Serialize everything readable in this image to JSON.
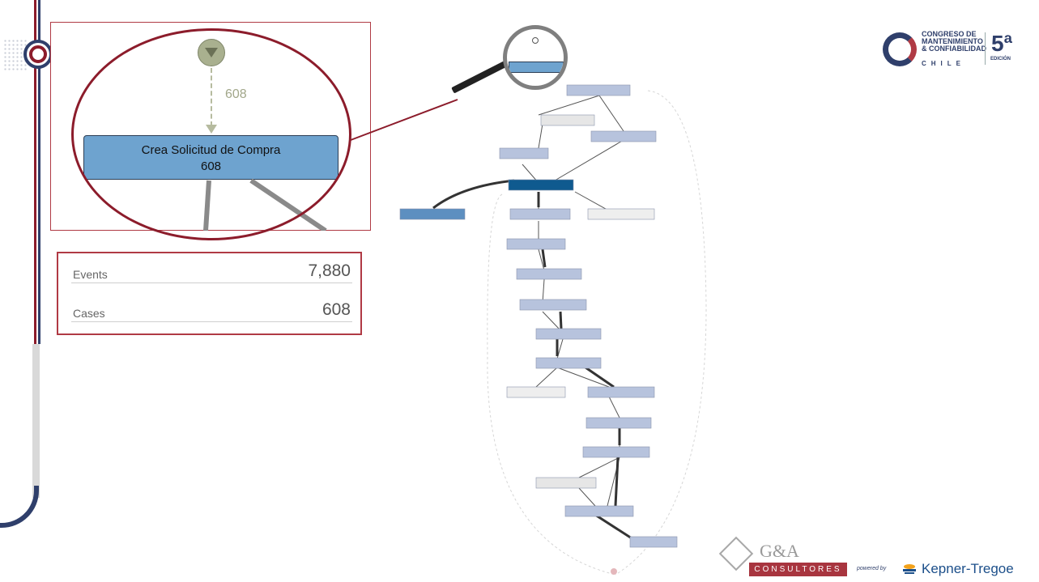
{
  "zoom_view": {
    "edge_count": "608",
    "node_title": "Crea Solicitud de Compra",
    "node_count": "608"
  },
  "stats": {
    "events_label": "Events",
    "events_value": "7,880",
    "cases_label": "Cases",
    "cases_value": "608"
  },
  "logos": {
    "congreso_line1": "CONGRESO DE",
    "congreso_line2": "MANTENIMIENTO",
    "congreso_line3": "& CONFIABILIDAD",
    "chile": "CHILE",
    "edition_number": "5ª",
    "edition_label": "EDICIÓN",
    "ga_name": "G&A",
    "ga_sub": "CONSULTORES",
    "powered_by": "powered by",
    "kepner": "Kepner-Tregoe"
  },
  "colors": {
    "accent_red": "#8c1c2b",
    "navy": "#2f3f6b",
    "node_blue": "#6ea3cf",
    "node_dark": "#0f5a8f",
    "node_light": "#b7c3dd"
  }
}
